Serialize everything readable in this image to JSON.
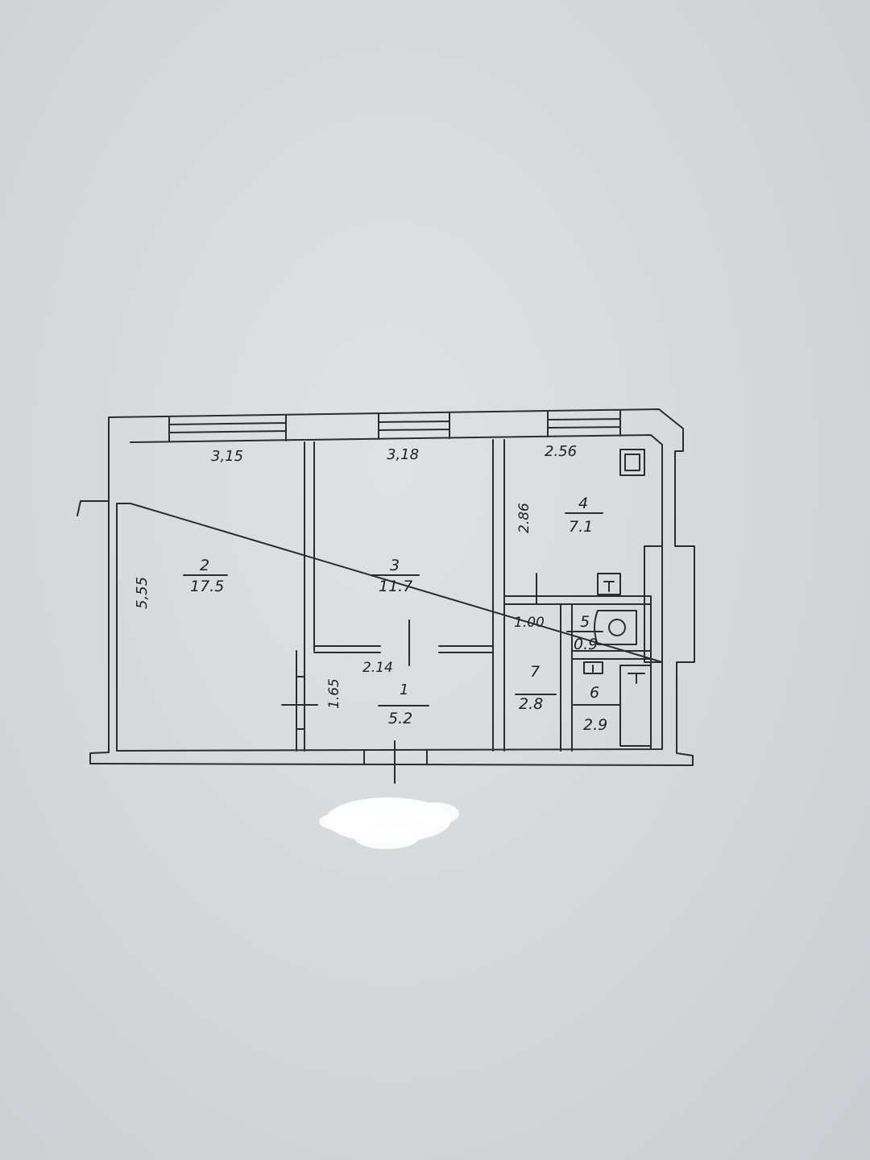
{
  "plan": {
    "rooms": [
      {
        "number": "2",
        "area": "17.5"
      },
      {
        "number": "3",
        "area": "11.7"
      },
      {
        "number": "4",
        "area": "7.1"
      },
      {
        "number": "1",
        "area": "5.2"
      },
      {
        "number": "7",
        "area": "2.8"
      },
      {
        "number": "5",
        "area": "0.9"
      },
      {
        "number": "6",
        "area": "2.9"
      }
    ],
    "dimensions": {
      "width_room2": "3,15",
      "width_room3": "3,18",
      "width_room4": "2.56",
      "height_left": "5,55",
      "height_room4": "2.86",
      "width_room1": "2.14",
      "height_room1": "1.65",
      "corridor": "1.00"
    }
  }
}
